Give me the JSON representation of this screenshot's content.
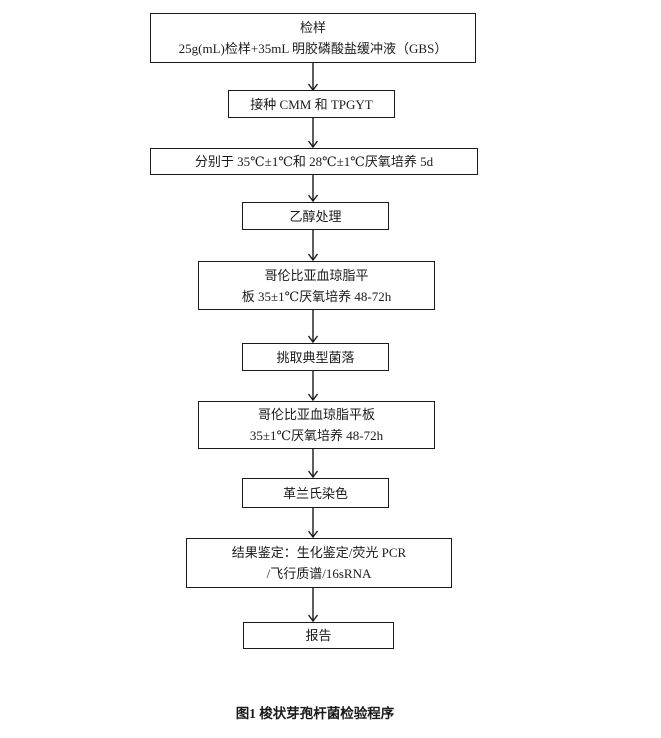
{
  "page": {
    "background_color": "#ffffff",
    "ink_color": "#1a1a1a"
  },
  "flowchart": {
    "nodes": [
      {
        "line1": "检样",
        "line2": "25g(mL)检样+35mL 明胶磷酸盐缓冲液（GBS）"
      },
      {
        "line1": "接种 CMM 和 TPGYT",
        "line2": ""
      },
      {
        "line1": "分别于 35℃±1℃和 28℃±1℃厌氧培养 5d",
        "line2": ""
      },
      {
        "line1": "乙醇处理",
        "line2": ""
      },
      {
        "line1": "哥伦比亚血琼脂平",
        "line2": "板 35±1℃厌氧培养 48-72h"
      },
      {
        "line1": "挑取典型菌落",
        "line2": ""
      },
      {
        "line1": "哥伦比亚血琼脂平板",
        "line2": "35±1℃厌氧培养 48-72h"
      },
      {
        "line1": "革兰氏染色",
        "line2": ""
      },
      {
        "line1": "结果鉴定：生化鉴定/荧光 PCR",
        "line2": "/飞行质谱/16sRNA"
      },
      {
        "line1": "报告",
        "line2": ""
      }
    ],
    "caption": "图1 梭状芽孢杆菌检验程序"
  }
}
